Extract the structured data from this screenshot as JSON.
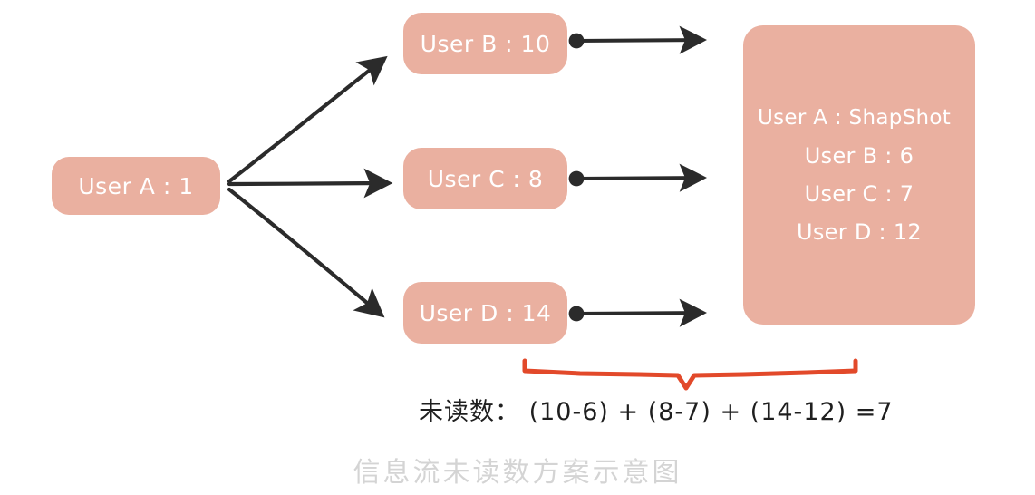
{
  "diagram": {
    "title_caption": "信息流未读数方案示意图",
    "colors": {
      "node_fill": "#eab0a0",
      "node_text": "#ffffff",
      "arrow": "#2b2b2b",
      "brace": "#e2492a",
      "formula_text": "#1f1f1f",
      "caption_text": "#d4d4d4",
      "background": "#ffffff"
    },
    "source_node": {
      "label": "User A : 1"
    },
    "middle_nodes": [
      {
        "label": "User B : 10"
      },
      {
        "label": "User C : 8"
      },
      {
        "label": "User D : 14"
      }
    ],
    "snapshot_panel": {
      "lines": [
        "User A : ShapShot",
        "User B : 6",
        "User C : 7",
        "User D : 12"
      ]
    },
    "formula": {
      "text": "未读数： (10-6) + (8-7) + (14-12) =7"
    },
    "icons": {
      "fanout_arrow": "arrow-right-icon",
      "flow_arrow": "arrow-right-icon",
      "brace": "curly-brace-icon"
    }
  }
}
